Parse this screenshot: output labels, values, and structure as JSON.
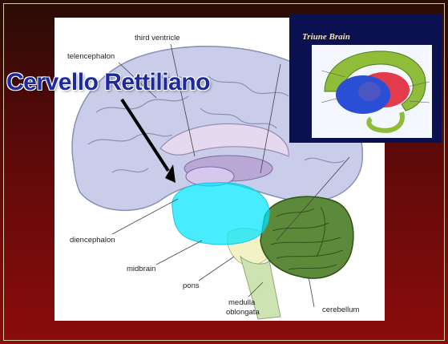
{
  "labels": {
    "third_ventricle": "third ventricle",
    "telencephalon": "telencephalon",
    "diencephalon": "diencephalon",
    "midbrain": "midbrain",
    "pons": "pons",
    "medulla_line1": "medulla",
    "medulla_line2": "oblongata",
    "cerebellum": "cerebellum"
  },
  "overlay_title": "Cervello Rettiliano",
  "inset": {
    "title": "Triune Brain"
  },
  "colors": {
    "background_top": "#2a0b06",
    "background_bottom": "#8c0c0c",
    "highlight": "#00e5ff",
    "title_text": "#1c2a9c",
    "inset_background": "#0b1050"
  }
}
